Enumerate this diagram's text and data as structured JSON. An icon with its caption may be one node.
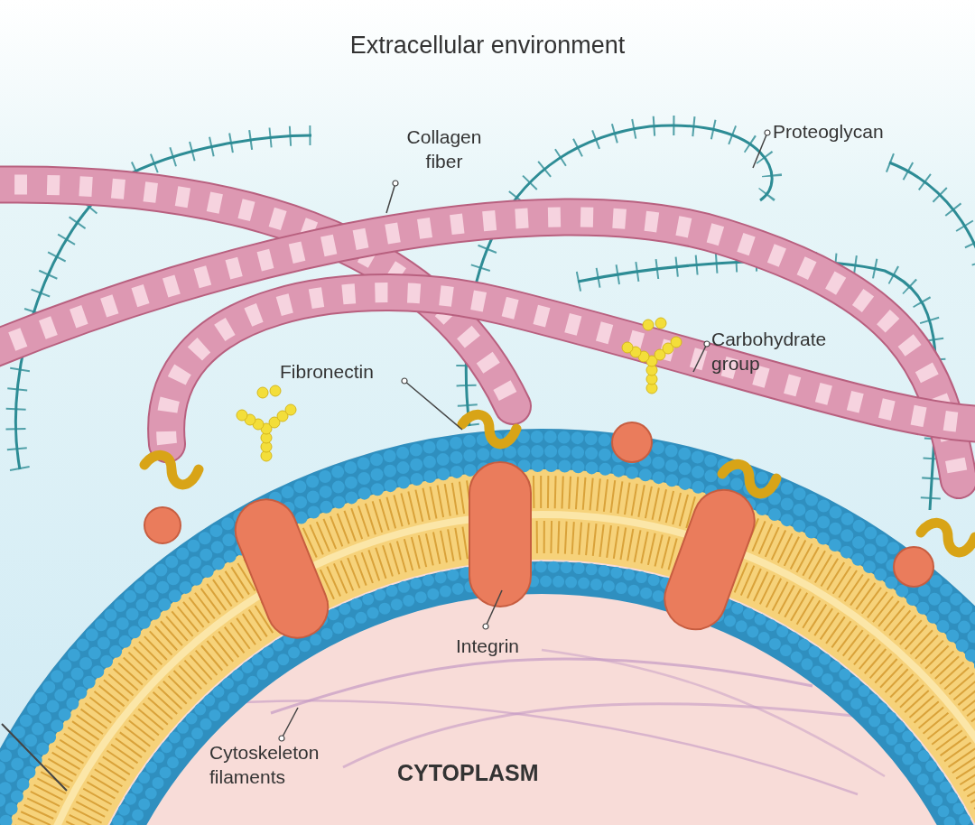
{
  "diagram": {
    "title": "Extracellular environment",
    "nodes": [
      {
        "text": [
          "Collagen fiber"
        ]
      },
      {
        "text": [
          "Proteoglycan"
        ]
      },
      {
        "text": [
          "Carbohydrate group"
        ]
      },
      {
        "text": [
          "Fibronectin"
        ]
      },
      {
        "text": [
          "Integrin"
        ]
      },
      {
        "text": [
          "Cytoskeleton filaments"
        ]
      }
    ],
    "edges": [
      {
        "from": 0,
        "to": null,
        "arrow": "other"
      },
      {
        "from": 1,
        "to": null,
        "arrow": "other"
      },
      {
        "from": 2,
        "to": null,
        "arrow": "other"
      },
      {
        "from": 3,
        "to": null,
        "arrow": "other"
      },
      {
        "from": 4,
        "to": null,
        "arrow": "other"
      },
      {
        "from": 5,
        "to": null,
        "arrow": "other"
      }
    ],
    "labels": [
      "CYTOPLASM"
    ]
  }
}
